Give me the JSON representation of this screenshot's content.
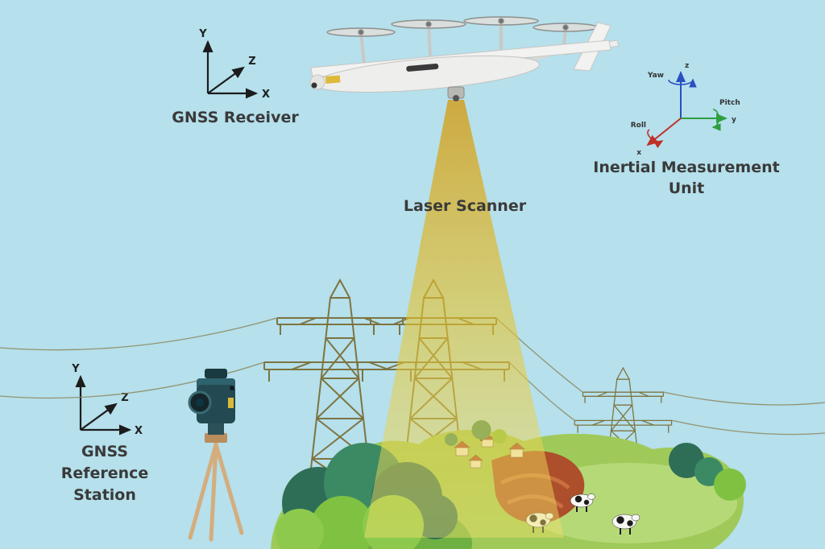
{
  "scene": {
    "background": "#b5e0ec"
  },
  "labels": {
    "gnss_receiver": "GNSS Receiver",
    "laser_scanner": "Laser Scanner",
    "imu_line1": "Inertial Measurement",
    "imu_line2": "Unit",
    "gnss_ref_line1": "GNSS",
    "gnss_ref_line2": "Reference",
    "gnss_ref_line3": "Station"
  },
  "axes": {
    "receiver": {
      "x": "X",
      "y": "Y",
      "z": "Z"
    },
    "reference": {
      "x": "X",
      "y": "Y",
      "z": "Z"
    },
    "imu": {
      "x": "x",
      "y": "y",
      "z": "z",
      "roll": "Roll",
      "pitch": "Pitch",
      "yaw": "Yaw"
    }
  },
  "colors": {
    "background": "#b5e0ec",
    "laser_top": "#d49a10",
    "laser_mid": "#e6c430",
    "laser_bottom": "#f2e06a",
    "tower": "#7d7440",
    "wire": "#8d855a",
    "axis": "#1c1c1c",
    "imu_x_axis": "#c03028",
    "imu_y_axis": "#2e9e3e",
    "imu_z_axis": "#2a4fc0",
    "label_text": "#3a3a3a",
    "grass_light": "#9fca5a",
    "bush_dark": "#2e6e57",
    "bush_mid": "#3c8a63",
    "bush_bright": "#7fc241",
    "field_brown": "#ad4f2a",
    "tripod": "#d4ad7e",
    "instrument_body": "#234a52",
    "drone_body": "#eeeeec"
  }
}
